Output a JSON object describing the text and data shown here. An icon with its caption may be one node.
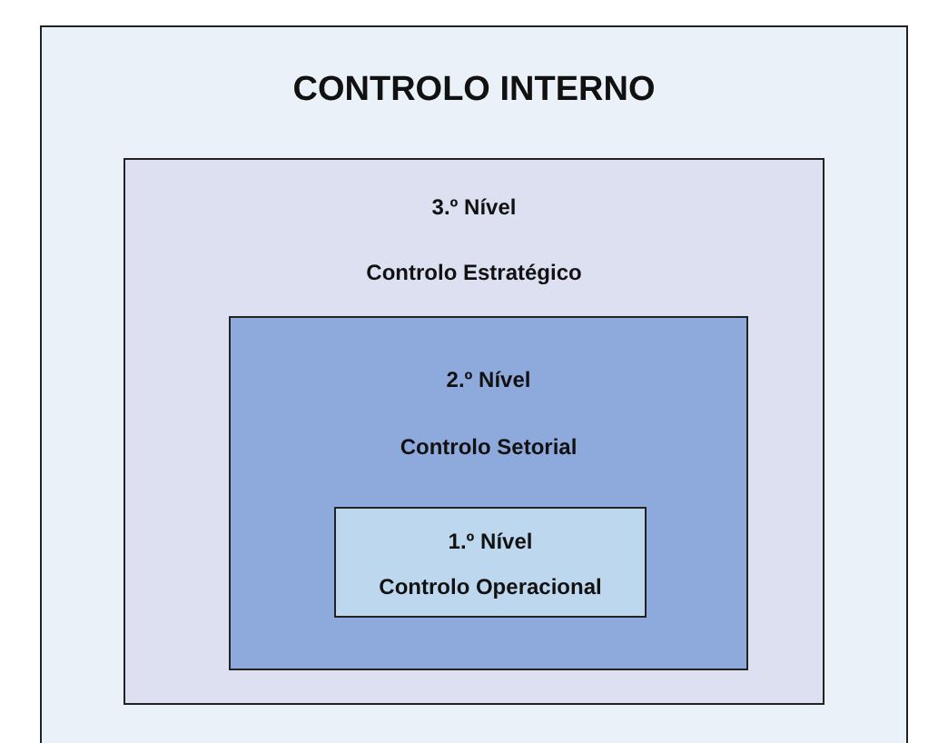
{
  "diagram": {
    "nodes": [
      {
        "text": [
          "CONTROLO INTERNO"
        ]
      },
      {
        "text": [
          "3.º Nível",
          "Controlo Estratégico"
        ],
        "in": 0
      },
      {
        "text": [
          "2.º Nível",
          "Controlo Setorial"
        ],
        "in": 1
      },
      {
        "text": [
          "1.º Nível",
          "Controlo Operacional"
        ],
        "in": 2
      }
    ]
  }
}
